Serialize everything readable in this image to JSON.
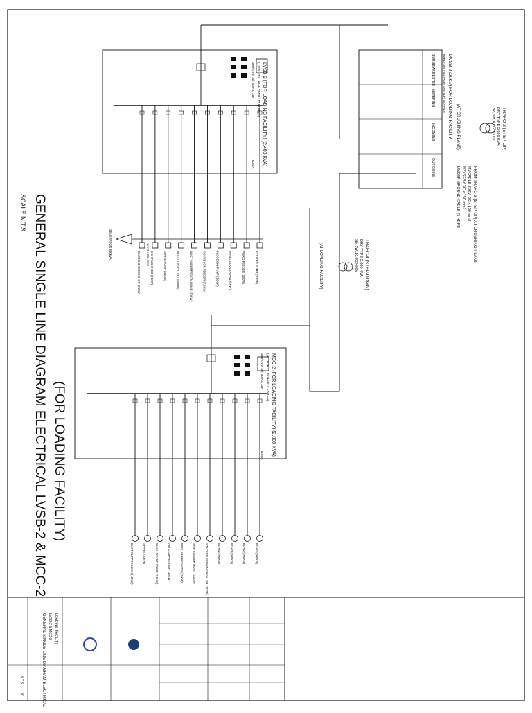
{
  "drawing": {
    "title_line1": "GENERAL SINGLE LINE DIAGRAM ELECTRICAL LVSB-2 & MCC-2",
    "title_line2": "(FOR LOADING FACILITY)",
    "scale": "SCALE N.T.S"
  },
  "crushing_plant": {
    "trafo_title": "TRAFO-2 (STEP-UP)",
    "trafo_spec1": "DRY TYPE 3,000 KVA",
    "trafo_spec2": "3Ø, 3W, 400/20,000V",
    "location": "(AT CRUSHING PLANT)",
    "mvsb_title": "MVSB-2 (20KV) FOR LOADING FACILITY",
    "mvsb_sub": "(MEDIUM VOLTAGE SWITCH BOARD)",
    "cols": [
      "SURGE ARRESTER",
      "METERING",
      "INCOMING",
      "OUT GOING"
    ]
  },
  "cable_note": {
    "line1": "FROM TRAFO-3 (STEP-UP) AT CRUSHING PLANT",
    "line2": "MVCABLE 20KV, 3C x 150 mm2",
    "line3": "N2XSEBY 3C x 150 mm2",
    "line4": "UNDER GROUND CABLE IN HDPE"
  },
  "loading_facility": {
    "trafo_title": "TRAFO-4 (STEP-DOWN)",
    "trafo_spec1": "DRY TYPE 3,000 KVA",
    "trafo_spec2": "3Ø, 3W, 20,000/400V",
    "location": "(AT LOADING FACILITY)"
  },
  "lvsb": {
    "title": "LVSB-2 (FOR LOADING FACILITY) (2,400 KVA)",
    "sub": "(LOW VOLTAGE SWITCH BOARD)",
    "spec": "380/220V, 3Ø, 50 Hz, 3W",
    "bus_label": "TO BA",
    "outgoing": [
      "EXCITED PUMP (30KW)",
      "VIBRO FEEDER (30KW)",
      "PANEL COOLER FAN (4KW)",
      "FLOODING PUMP (20KW)",
      "CONVEYOR FEEDER (7.5KW)",
      "DUST SUPPRESSION PUMP (30KW)",
      "BELT CONVEYOR 1 (50KW)",
      "SPARE PUMP (30KW)",
      "LIGHTING SHED (20KW)",
      "MARINE & WORKSHOP (20KW)"
    ],
    "genset": "GENERATOR 800kVA",
    "genset_cable": "NYY 4 x 300 mm2"
  },
  "mcc": {
    "title": "MCC-2 (FOR LOADING FACILITY) (2,000 KVA)",
    "sub": "(MOTOR CONTROL CENTER)",
    "spec": "380/220V, 3Ø, 50 Hz, 3W",
    "bus_label": "TO BA",
    "outgoing": [
      "BC-01 (200KW)",
      "BC-02 (200KW)",
      "BC-03 (200KW)",
      "BC-04 (200KW)",
      "STACKER SLEWING ROLLER (11KW)",
      "SHIP LOADER HOIST (11KW)",
      "RECLAIMER CHUTE (15KW)",
      "AIR COMPRESSOR (15KW)",
      "WASH WATER PUMP (7.5KW)",
      "SPARE (10KW)",
      "DUST SUPPRESSION (10KW)"
    ]
  },
  "title_block": {
    "project": "GENERAL SINGLE LINE DIAGRAM ELECTRICAL",
    "sub": "LVSB-2 & MCC-2",
    "scale": "N.T.S",
    "sheet": "01",
    "company": "LOADING FACILITY"
  }
}
